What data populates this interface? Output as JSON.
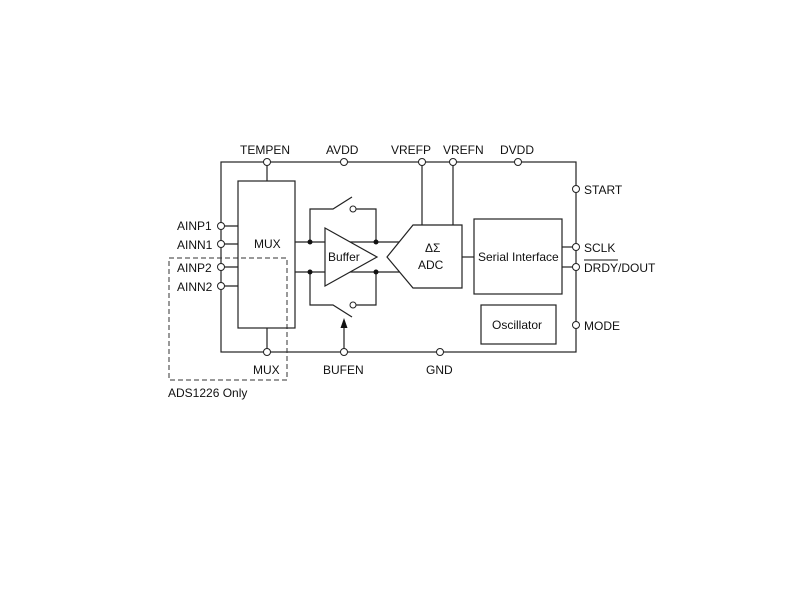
{
  "top_pins": {
    "tempen": "TEMPEN",
    "avdd": "AVDD",
    "vrefp": "VREFP",
    "vrefn": "VREFN",
    "dvdd": "DVDD"
  },
  "bottom_pins": {
    "mux": "MUX",
    "bufen": "BUFEN",
    "gnd": "GND"
  },
  "left_pins": {
    "ainp1": "AINP1",
    "ainn1": "AINN1",
    "ainp2": "AINP2",
    "ainn2": "AINN2"
  },
  "right_pins": {
    "start": "START",
    "sclk": "SCLK",
    "drdy": "DRDY",
    "dout": "/DOUT",
    "mode": "MODE"
  },
  "blocks": {
    "mux": "MUX",
    "buffer": "Buffer",
    "adc_symbol": "ΔΣ",
    "adc": "ADC",
    "serial": "Serial Interface",
    "oscillator": "Oscillator"
  },
  "note": "ADS1226 Only",
  "colors": {
    "line": "#222222",
    "background": "#ffffff"
  }
}
